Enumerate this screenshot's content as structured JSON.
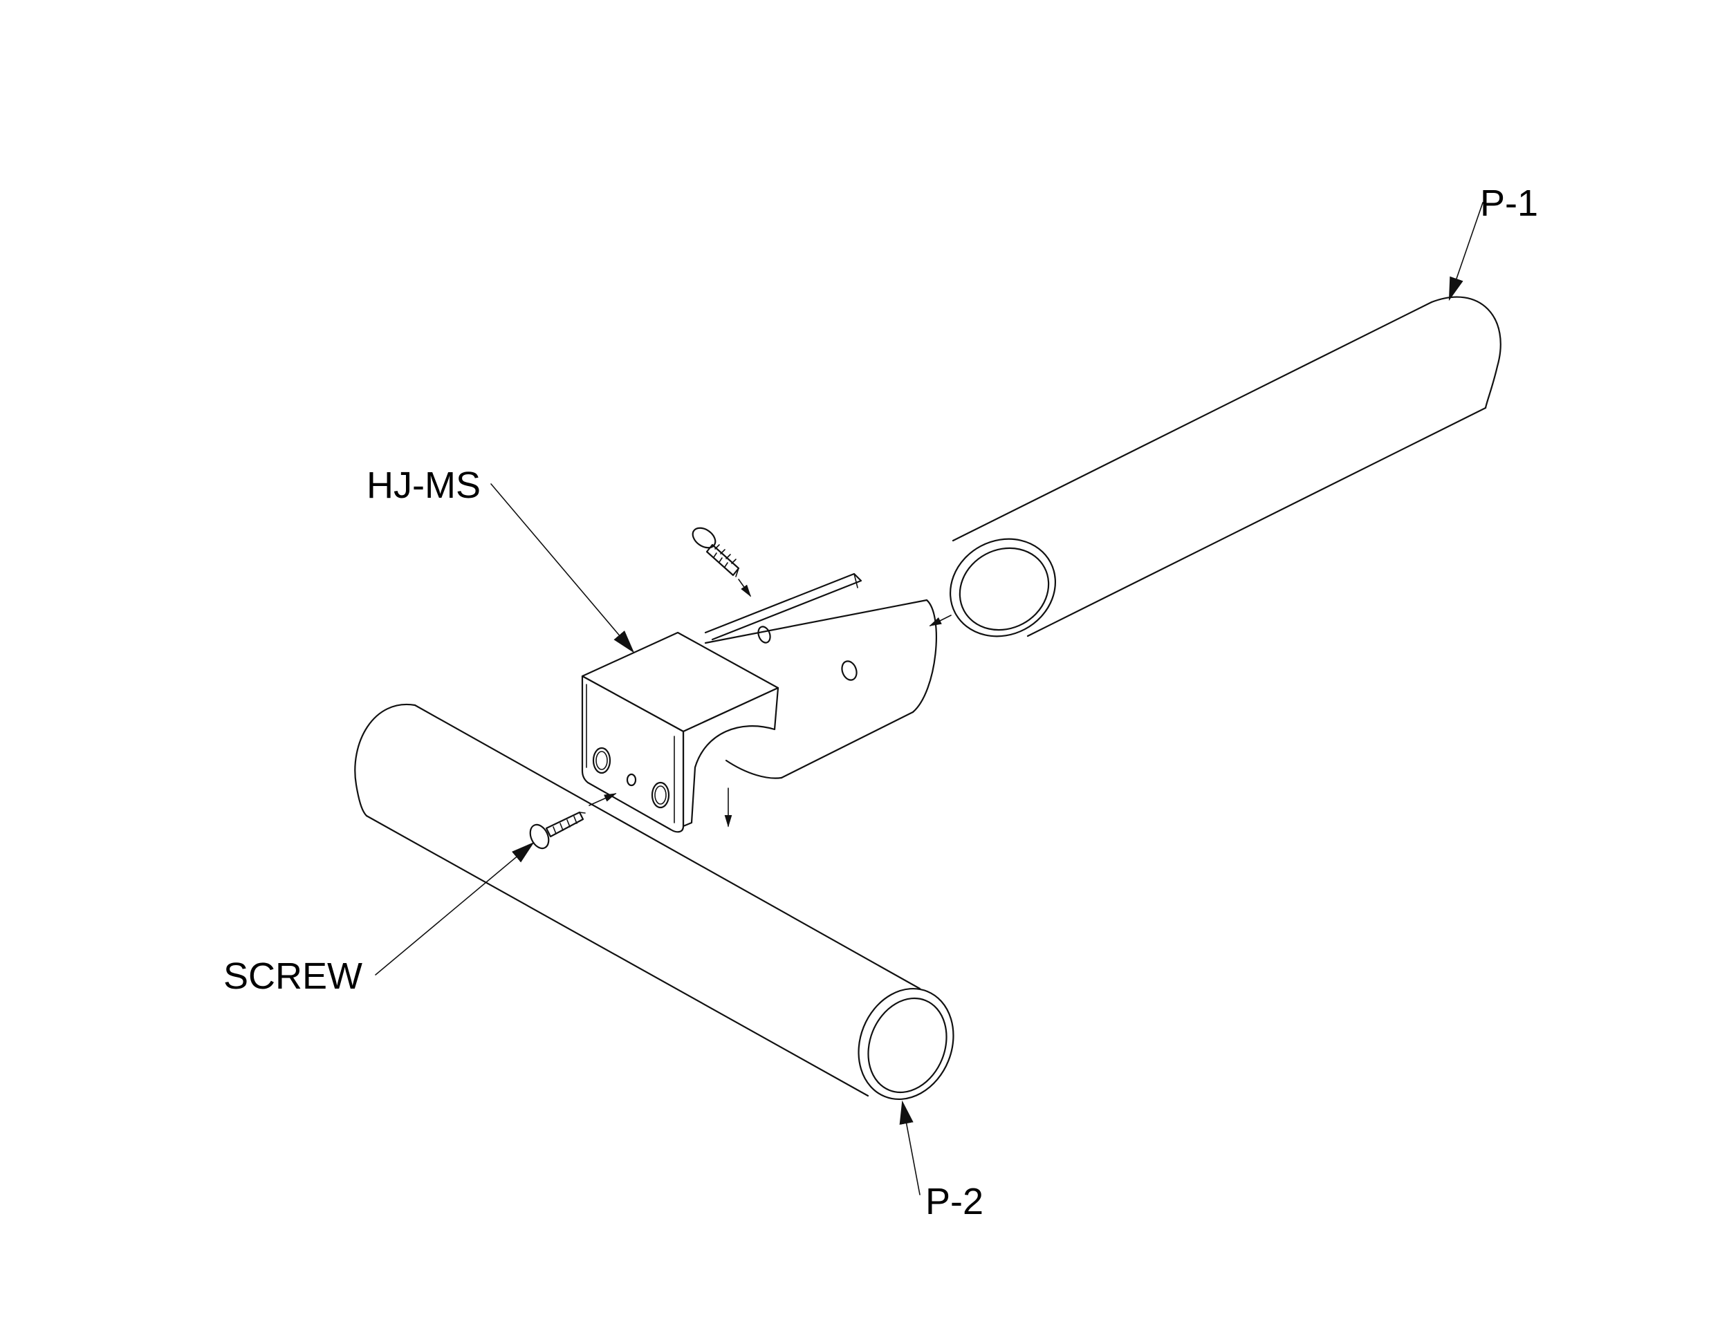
{
  "drawing": {
    "labels": {
      "p1": "P-1",
      "p2": "P-2",
      "bracket": "HJ-MS",
      "screw": "SCREW"
    },
    "colors": {
      "line": "#111111",
      "background": "#ffffff"
    }
  }
}
